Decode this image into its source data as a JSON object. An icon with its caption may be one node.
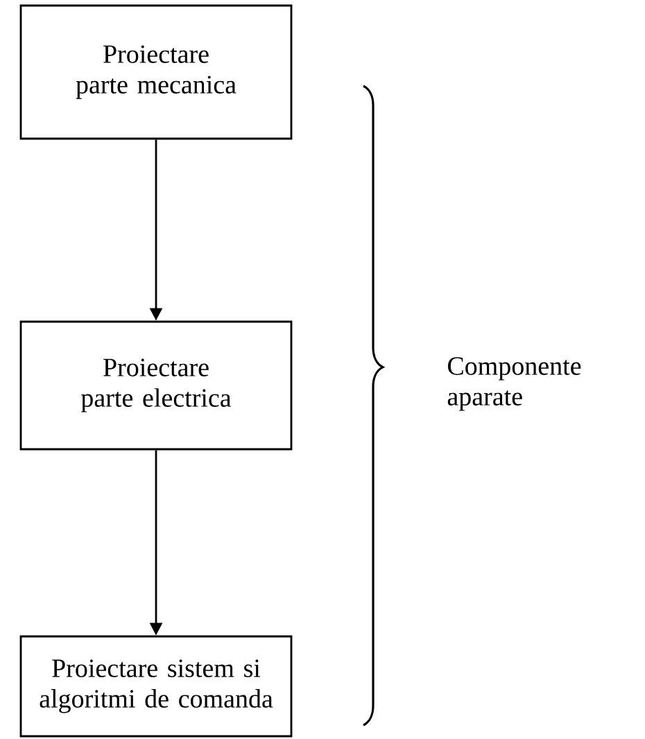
{
  "diagram": {
    "nodes": [
      {
        "text": [
          "Proiectare parte mecanica"
        ]
      },
      {
        "text": [
          "Proiectare parte electrica"
        ]
      },
      {
        "text": [
          "Proiectare sistem si algoritmi de comanda"
        ]
      }
    ],
    "edges": [
      {
        "from": 0,
        "to": 1,
        "arrow": "to"
      },
      {
        "from": 1,
        "to": 2,
        "arrow": "to"
      }
    ],
    "labels": [
      "Componente aparate"
    ]
  }
}
